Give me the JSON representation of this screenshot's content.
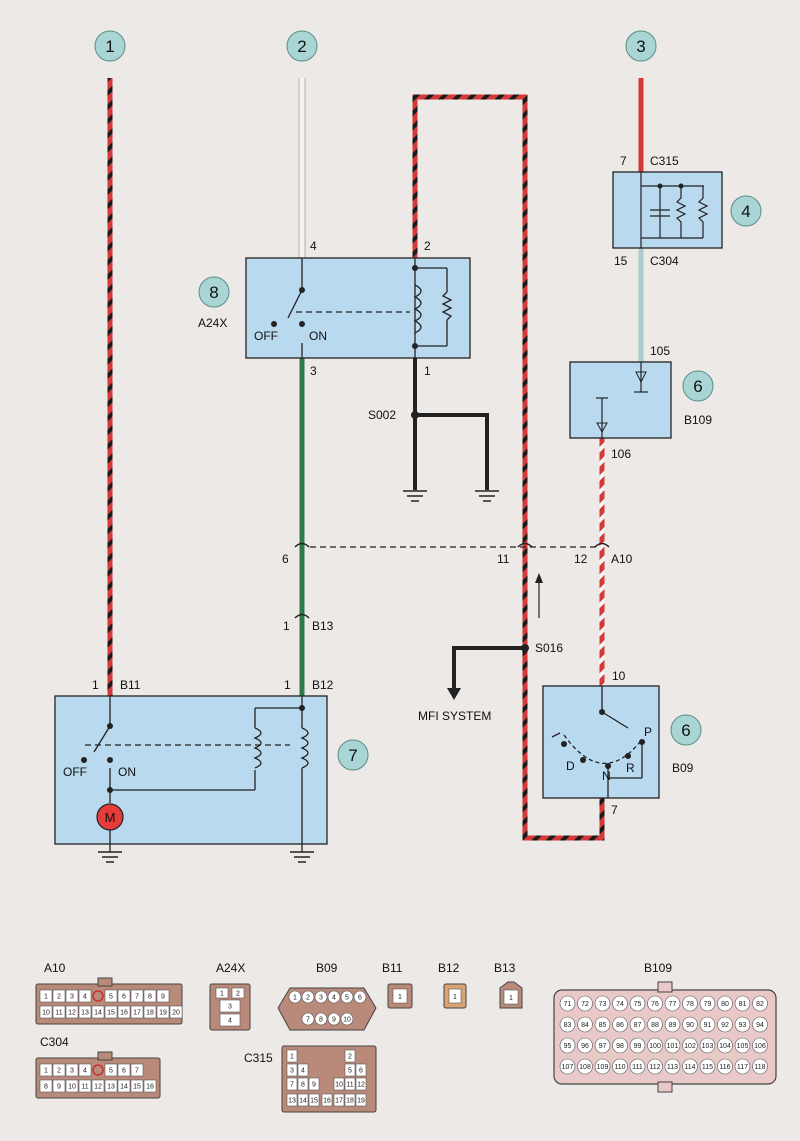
{
  "circled_numbers": {
    "n1": "1",
    "n2": "2",
    "n3": "3",
    "n4": "4",
    "n6a": "6",
    "n6b": "6",
    "n7": "7",
    "n8": "8"
  },
  "labels": {
    "c315_pin": "7",
    "c315": "C315",
    "c304_pin": "15",
    "c304": "C304",
    "b109_pin105": "105",
    "b109": "B109",
    "b109_pin106": "106",
    "a24x_pin4": "4",
    "a24x_pin2": "2",
    "a24x": "A24X",
    "a24x_pin3": "3",
    "a24x_pin1": "1",
    "a24x_off": "OFF",
    "a24x_on": "ON",
    "s002": "S002",
    "a10_pin6": "6",
    "a10_pin11": "11",
    "a10_pin12": "12",
    "a10": "A10",
    "b13_pin": "1",
    "b13": "B13",
    "s016": "S016",
    "mfi": "MFI SYSTEM",
    "b11_pin": "1",
    "b11": "B11",
    "b12_pin": "1",
    "b12": "B12",
    "m7_off": "OFF",
    "m7_on": "ON",
    "motor": "M",
    "b09_pin10": "10",
    "b09": "B09",
    "b09_pin7": "7",
    "gear_p": "P",
    "gear_r": "R",
    "gear_n": "N",
    "gear_d": "D"
  },
  "connectors": {
    "a10_title": "A10",
    "a24x_title": "A24X",
    "b09_title": "B09",
    "b11_title": "B11",
    "b12_title": "B12",
    "b13_title": "B13",
    "b109_title": "B109",
    "c304_title": "C304",
    "c315_title": "C315",
    "a10_row1": [
      "1",
      "2",
      "3",
      "4",
      "",
      "5",
      "6",
      "7",
      "8",
      "9"
    ],
    "a10_row2": [
      "10",
      "11",
      "12",
      "13",
      "14",
      "15",
      "16",
      "17",
      "18",
      "19",
      "20"
    ],
    "c304_row1": [
      "1",
      "2",
      "3",
      "4",
      "",
      "5",
      "6",
      "7"
    ],
    "c304_row2": [
      "8",
      "9",
      "10",
      "11",
      "12",
      "13",
      "14",
      "15",
      "16"
    ],
    "a24x_pins": [
      "1",
      "2",
      "3",
      "4"
    ],
    "b09_row1": [
      "1",
      "2",
      "3",
      "4",
      "5",
      "6"
    ],
    "b09_row2": [
      "7",
      "8",
      "9",
      "10"
    ],
    "b11_pin": "1",
    "b12_pin": "1",
    "b13_pin": "1",
    "c315_pins": [
      "1",
      "2",
      "3",
      "4",
      "5",
      "6",
      "7",
      "8",
      "9",
      "10",
      "11",
      "12",
      "13",
      "14",
      "15",
      "16",
      "17",
      "18",
      "19"
    ],
    "b109_rows": [
      [
        "71",
        "72",
        "73",
        "74",
        "75",
        "76",
        "77",
        "78",
        "79",
        "80",
        "81",
        "82"
      ],
      [
        "83",
        "84",
        "85",
        "86",
        "87",
        "88",
        "89",
        "90",
        "91",
        "92",
        "93",
        "94"
      ],
      [
        "95",
        "96",
        "97",
        "98",
        "99",
        "100",
        "101",
        "102",
        "103",
        "104",
        "105",
        "106"
      ],
      [
        "107",
        "108",
        "109",
        "110",
        "111",
        "112",
        "113",
        "114",
        "115",
        "116",
        "117",
        "118"
      ]
    ]
  },
  "colors": {
    "box": "#b9d9ef",
    "wire_red": "#d43838",
    "wire_green": "#2d7a4a",
    "wire_white": "#f2f2f2",
    "wire_lightblue": "#a8ccd0",
    "connector": "#b98a7a"
  }
}
